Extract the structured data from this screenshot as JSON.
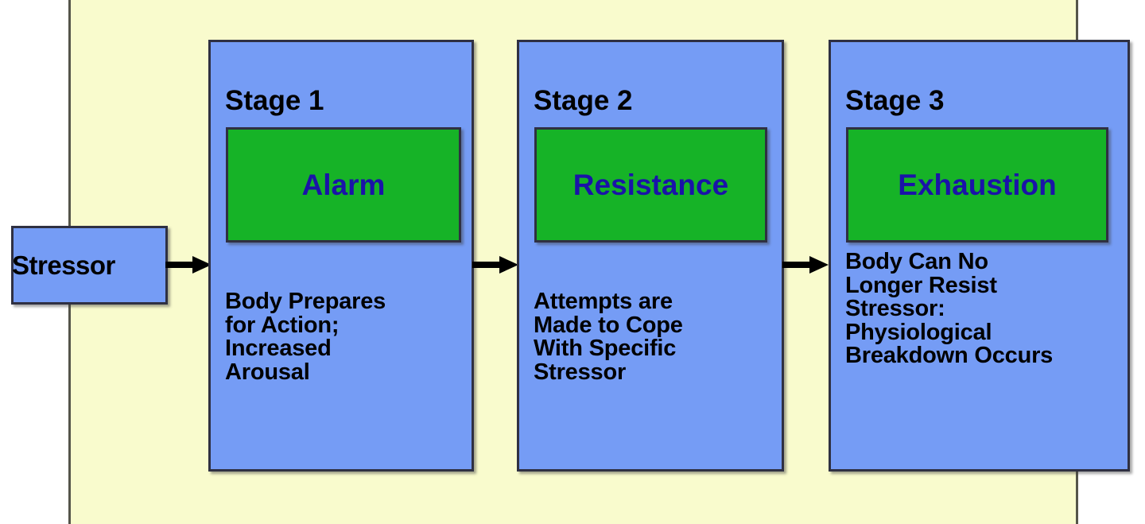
{
  "diagram": {
    "background_color": "#f9fbcd",
    "box_color": "#759cf5",
    "highlight_color": "#16b327",
    "highlight_text_color": "#1a13a8",
    "border_color": "#2f3042",
    "trigger": {
      "label": "Stressor"
    },
    "arrows": [
      {
        "name": "arrow-stressor-to-stage-1"
      },
      {
        "name": "arrow-stage-1-to-stage-2"
      },
      {
        "name": "arrow-stage-2-to-stage-3"
      }
    ],
    "stages": [
      {
        "title": "Stage 1",
        "name": "Alarm",
        "description": "Body Prepares\nfor Action;\nIncreased\nArousal"
      },
      {
        "title": "Stage 2",
        "name": "Resistance",
        "description": "Attempts are\nMade to Cope\nWith Specific\nStressor"
      },
      {
        "title": "Stage 3",
        "name": "Exhaustion",
        "description": "Body Can No\nLonger Resist\nStressor:\nPhysiological\nBreakdown Occurs"
      }
    ]
  }
}
